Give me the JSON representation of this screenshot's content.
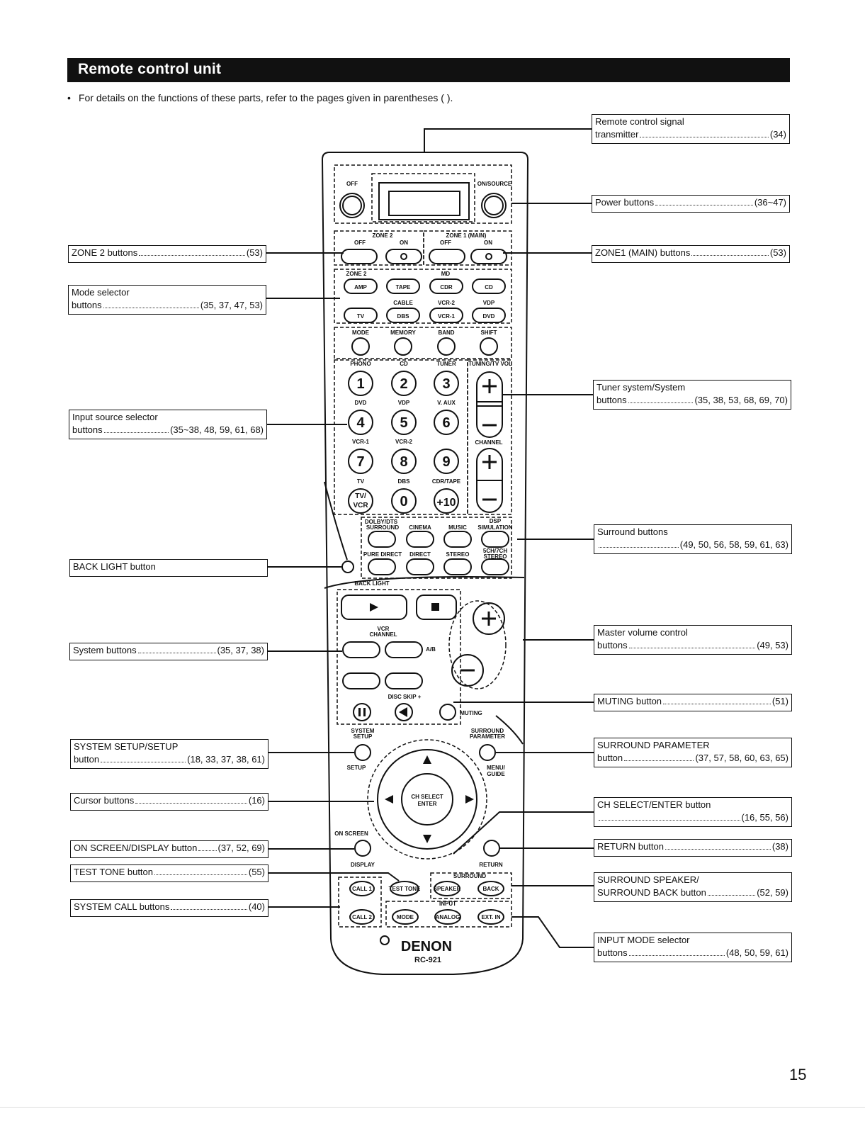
{
  "header": {
    "title": "Remote control unit"
  },
  "intro": {
    "text": "For details on the functions of these parts, refer to the pages given in parentheses ( )."
  },
  "callouts": [
    {
      "id": "signal",
      "line1": "Remote control signal",
      "line2": "transmitter",
      "pages": "(34)"
    },
    {
      "id": "power",
      "line1": "Power buttons",
      "line2": "",
      "pages": "(36~47)"
    },
    {
      "id": "zone1",
      "line1": "ZONE1 (MAIN) buttons",
      "line2": "",
      "pages": "(53)"
    },
    {
      "id": "zone2",
      "line1": "ZONE 2 buttons",
      "line2": "",
      "pages": "(53)"
    },
    {
      "id": "mode",
      "line1": "Mode selector",
      "line2": "buttons",
      "pages": "(35, 37, 47, 53)"
    },
    {
      "id": "tuner",
      "line1": "Tuner system/System",
      "line2": "buttons",
      "pages": "(35, 38, 53, 68, 69, 70)"
    },
    {
      "id": "input",
      "line1": "Input source selector",
      "line2": "buttons",
      "pages": "(35~38, 48, 59, 61, 68)"
    },
    {
      "id": "surround",
      "line1": "Surround buttons",
      "line2": "",
      "pages": "(49, 50, 56, 58, 59, 61, 63)"
    },
    {
      "id": "backlight",
      "line1": "BACK LIGHT button",
      "line2": "",
      "pages": ""
    },
    {
      "id": "mastervol",
      "line1": "Master volume control",
      "line2": "buttons",
      "pages": "(49, 53)"
    },
    {
      "id": "system",
      "line1": "System buttons",
      "line2": "",
      "pages": "(35, 37, 38)"
    },
    {
      "id": "muting",
      "line1": "MUTING button",
      "line2": "",
      "pages": "(51)"
    },
    {
      "id": "syssetup",
      "line1": "SYSTEM SETUP/SETUP",
      "line2": "button",
      "pages": "(18, 33, 37, 38, 61)"
    },
    {
      "id": "surrparam",
      "line1": "SURROUND PARAMETER",
      "line2": "button",
      "pages": "(37, 57, 58, 60, 63, 65)"
    },
    {
      "id": "cursor",
      "line1": "Cursor buttons",
      "line2": "",
      "pages": "(16)"
    },
    {
      "id": "chselect",
      "line1": "CH SELECT/ENTER button",
      "line2": "",
      "pages": "(16, 55, 56)"
    },
    {
      "id": "onscreen",
      "line1": "ON SCREEN/DISPLAY button",
      "line2": "",
      "pages": "(37, 52, 69)"
    },
    {
      "id": "return",
      "line1": "RETURN button",
      "line2": "",
      "pages": "(38)"
    },
    {
      "id": "testtone",
      "line1": "TEST TONE button",
      "line2": "",
      "pages": "(55)"
    },
    {
      "id": "surrspeaker",
      "line1": "SURROUND SPEAKER/",
      "line2": "SURROUND BACK button",
      "pages": "(52, 59)"
    },
    {
      "id": "syscall",
      "line1": "SYSTEM CALL buttons",
      "line2": "",
      "pages": "(40)"
    },
    {
      "id": "inputmode",
      "line1": "INPUT MODE selector",
      "line2": "buttons",
      "pages": "(48, 50, 59, 61)"
    }
  ],
  "remote": {
    "off": "OFF",
    "on_source": "ON/SOURCE",
    "zone2": "ZONE 2",
    "zone1": "ZONE 1 (MAIN)",
    "z_off": "OFF",
    "z_on": "ON",
    "zone2_label": "ZONE 2",
    "md": "MD",
    "amp": "AMP",
    "tape": "TAPE",
    "cdr": "CDR",
    "cd": "CD",
    "cable": "CABLE",
    "vcr2": "VCR-2",
    "vdp": "VDP",
    "tv": "TV",
    "dbs": "DBS",
    "vcr1": "VCR-1",
    "dvd": "DVD",
    "mode": "MODE",
    "memory": "MEMORY",
    "band": "BAND",
    "shift": "SHIFT",
    "phono": "PHONO",
    "tuner": "TUNER",
    "tuning_vol": "TUNING/TV VOL",
    "v_aux": "V. AUX",
    "channel": "CHANNEL",
    "cdr_tape": "CDR/TAPE",
    "dolby": "DOLBY/DTS",
    "surround_btn": "SURROUND",
    "cinema": "CINEMA",
    "music": "MUSIC",
    "dsp": "DSP",
    "simulation": "SIMULATION",
    "pure_direct": "PURE DIRECT",
    "direct": "DIRECT",
    "stereo": "STEREO",
    "ch_stereo_1": "5CH/7CH",
    "ch_stereo_2": "STEREO",
    "back_light": "BACK LIGHT",
    "vcr_channel_1": "VCR",
    "vcr_channel_2": "CHANNEL",
    "ab": "A/B",
    "disc_skip": "DISC SKIP +",
    "muting": "MUTING",
    "system_setup_1": "SYSTEM",
    "system_setup_2": "SETUP",
    "setup": "SETUP",
    "surr_param_1": "SURROUND",
    "surr_param_2": "PARAMETER",
    "menu_1": "MENU/",
    "menu_2": "GUIDE",
    "ch_select_1": "CH SELECT",
    "ch_select_2": "ENTER",
    "on_screen": "ON SCREEN",
    "display": "DISPLAY",
    "return_lbl": "RETURN",
    "call1": "CALL 1",
    "call2": "CALL 2",
    "test_tone": "TEST TONE",
    "surround_grp": "SURROUND",
    "speaker": "SPEAKER",
    "back": "BACK",
    "input_grp": "INPUT",
    "mode_btn": "MODE",
    "analog": "ANALOG",
    "ext_in": "EXT. IN",
    "brand": "DENON",
    "model": "RC-921"
  },
  "page_number": "15"
}
